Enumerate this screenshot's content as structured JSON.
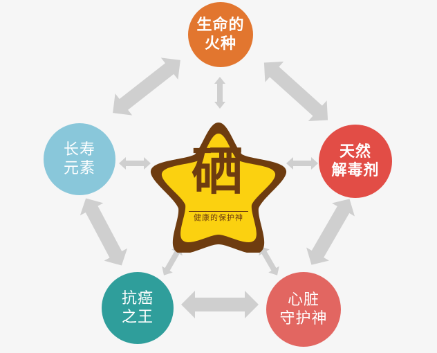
{
  "center": {
    "title": "硒",
    "subtitle": "健康的保护神",
    "fill_color": "#fbd110",
    "border_color": "#6e3c10"
  },
  "nodes": [
    {
      "id": "top",
      "line1": "生命的",
      "line2": "火种",
      "color": "#e2762f"
    },
    {
      "id": "right",
      "line1": "天然",
      "line2": "解毒剂",
      "color": "#e24d46"
    },
    {
      "id": "bottom-right",
      "line1": "心脏",
      "line2": "守护神",
      "color": "#e26661"
    },
    {
      "id": "bottom-left",
      "line1": "抗癌",
      "line2": "之王",
      "color": "#2f9e9b"
    },
    {
      "id": "left",
      "line1": "长寿",
      "line2": "元素",
      "color": "#89c7da"
    }
  ],
  "arrow_color": "#cfcfcf",
  "arrows": {
    "outer": [
      "left-top",
      "top-right",
      "right-bottom-right",
      "bottom-right-bottom-left",
      "bottom-left-left"
    ],
    "inner": [
      "center-top",
      "center-right",
      "center-bottom-right",
      "center-bottom-left",
      "center-left"
    ]
  }
}
